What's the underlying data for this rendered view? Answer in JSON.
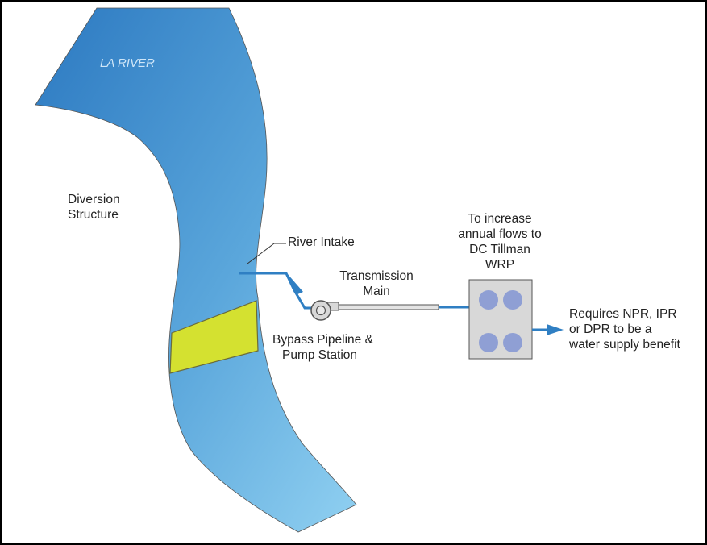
{
  "labels": {
    "river": "LA RIVER",
    "diversion_structure": [
      "Diversion",
      "Structure"
    ],
    "river_intake": "River Intake",
    "transmission_main": [
      "Transmission",
      "Main"
    ],
    "bypass": [
      "Bypass Pipeline &",
      "Pump Station"
    ],
    "to_increase": [
      "To increase",
      "annual flows to",
      "DC Tillman",
      "WRP"
    ],
    "requires": [
      "Requires NPR, IPR",
      "or DPR to be a",
      "water supply benefit"
    ]
  },
  "colors": {
    "river_dark": "#2f7ec4",
    "river_light": "#8ecdf0",
    "diversion_structure": "#d4e130",
    "pipe_blue": "#2f7fc3",
    "treatment_box": "#d8d8d8",
    "treatment_circle": "#8f9fd4",
    "transmission_pipe": "#e4e4e4"
  },
  "icons": [
    "pump-icon",
    "treatment-plant-icon",
    "arrow-right-icon",
    "arrow-up-icon"
  ]
}
